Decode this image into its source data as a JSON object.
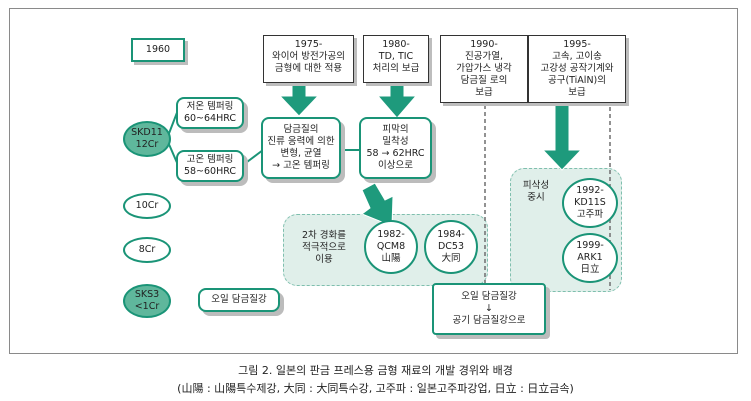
{
  "figure": {
    "caption_line1": "그림 2. 일본의 판금 프레스용 금형 재료의 개발 경위와 배경",
    "caption_line2": "(山陽 : 山陽특수제강, 大同 : 大同특수강, 고주파 : 일본고주파강업, 日立 : 日立금속)"
  },
  "colors": {
    "accent": "#1a9477",
    "accent_fill": "#5fb79c",
    "panel_fill": "#e0efea",
    "arrow": "#1e9a7c"
  },
  "nodes": {
    "year_1960": "1960",
    "note_1975": "1975-\n와이어 방전가공의\n금형에 대한 적용",
    "note_1980": "1980-\nTD, TIC\n처리의 보급",
    "note_1990": "1990-\n진공가열,\n가압가스 냉각\n담금질 로의\n보급",
    "note_1995": "1995-\n고속, 고이송\n고강성 공작기계와\n공구(TiAlN)의\n보급",
    "skd11": "SKD11\n12Cr",
    "low_temper": "저온 템퍼링\n60~64HRC",
    "high_temper": "고온 템퍼링\n58~60HRC",
    "quench_box": "담금질의\n진류 응력에 의한\n변형, 균열\n→ 고온 템퍼링",
    "film_box": "피막의\n밀착성\n58 → 62HRC\n이상으로",
    "cr10": "10Cr",
    "cr8": "8Cr",
    "sks3": "SKS3\n<1Cr",
    "air_quench": "오일 담금질강",
    "secondary_text": "2차 경화를\n적극적으로\n이용",
    "qcm8": "1982-\nQCM8\n山陽",
    "dc53": "1984-\nDC53\n大同",
    "machinability": "피삭성\n중시",
    "kd11s": "1992-\nKD11S\n고주파",
    "ark1": "1999-\nARK1\n日立",
    "oil_to_air": "오일 담금질강\n↓\n공기 담금질강으로"
  }
}
